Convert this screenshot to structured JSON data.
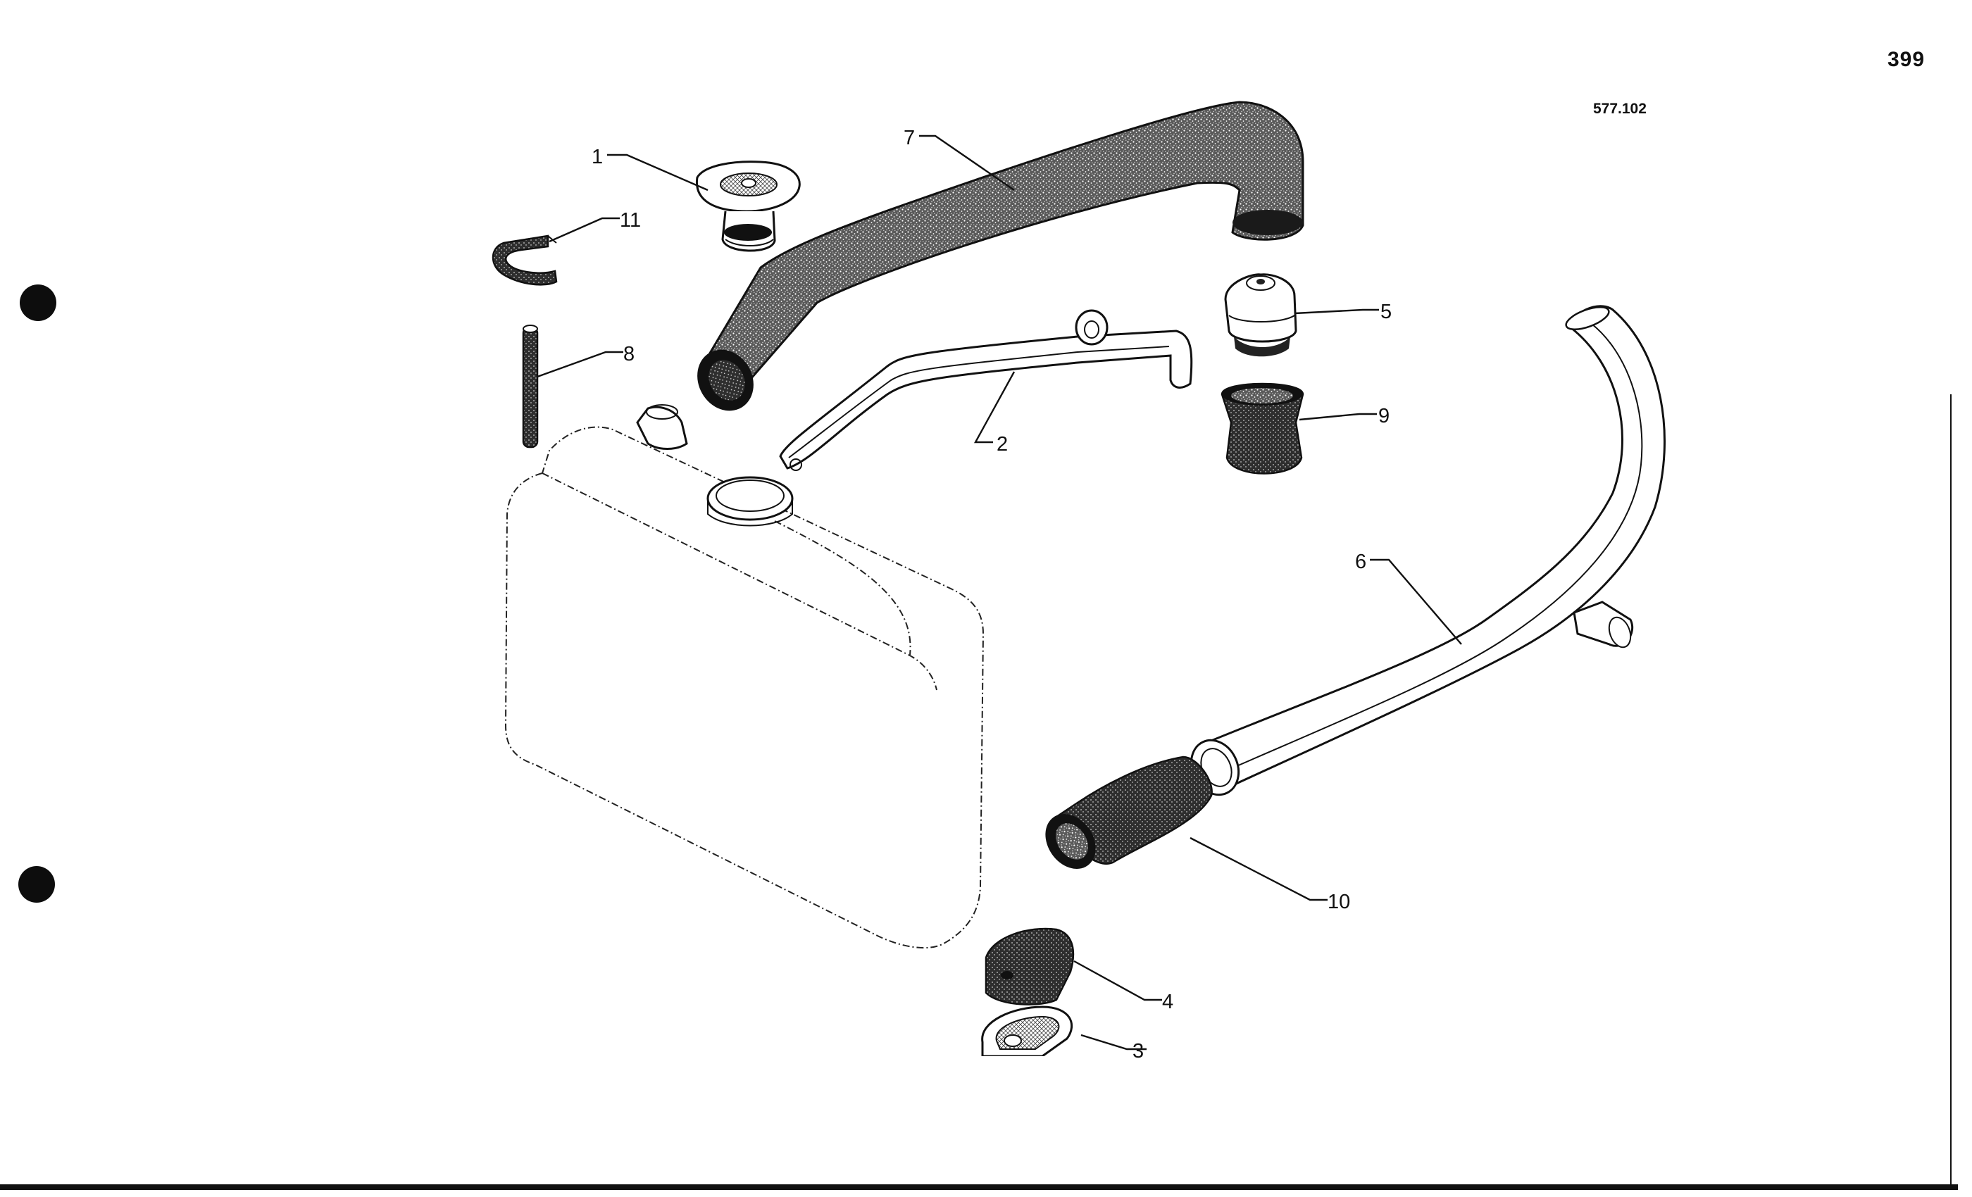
{
  "header": {
    "page_number": "399",
    "drawing_ref": "577.102"
  },
  "parts": [
    {
      "id": "part-1",
      "label": "1",
      "icon": "radiator-cap-icon"
    },
    {
      "id": "part-2",
      "label": "2",
      "icon": "mounting-strap-icon"
    },
    {
      "id": "part-3",
      "label": "3",
      "icon": "grommet-base-icon"
    },
    {
      "id": "part-4",
      "label": "4",
      "icon": "rubber-pad-icon"
    },
    {
      "id": "part-5",
      "label": "5",
      "icon": "valve-plug-icon"
    },
    {
      "id": "part-6",
      "label": "6",
      "icon": "metal-pipe-icon"
    },
    {
      "id": "part-7",
      "label": "7",
      "icon": "rubber-hose-icon"
    },
    {
      "id": "part-8",
      "label": "8",
      "icon": "small-tube-icon"
    },
    {
      "id": "part-9",
      "label": "9",
      "icon": "rubber-sleeve-icon"
    },
    {
      "id": "part-10",
      "label": "10",
      "icon": "hose-connector-icon"
    },
    {
      "id": "part-11",
      "label": "11",
      "icon": "hose-clip-icon"
    }
  ]
}
